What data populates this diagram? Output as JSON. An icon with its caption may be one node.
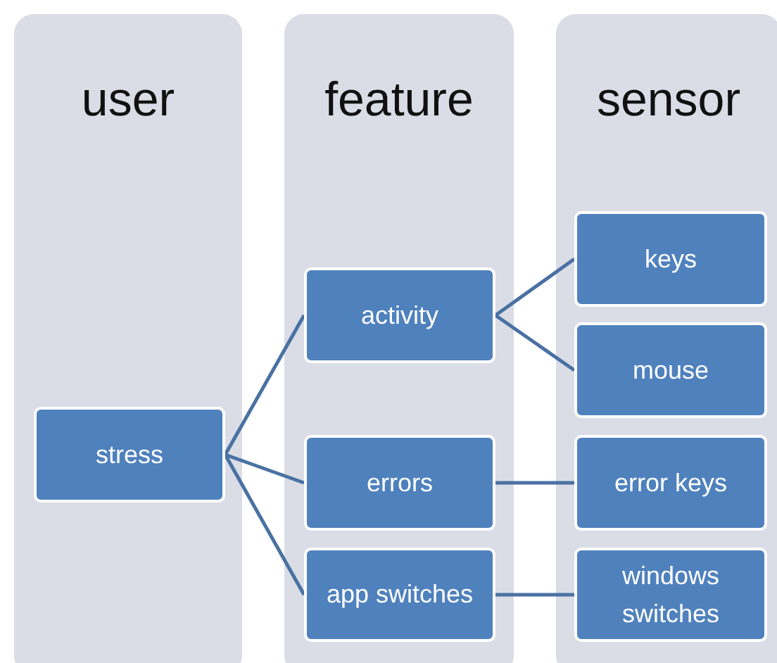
{
  "diagram": {
    "nodes": [
      {
        "text": [
          "user"
        ]
      },
      {
        "text": [
          "feature"
        ]
      },
      {
        "text": [
          "sensor"
        ]
      },
      {
        "text": [
          "stress"
        ],
        "in": 0
      },
      {
        "text": [
          "activity"
        ],
        "in": 1
      },
      {
        "text": [
          "errors"
        ],
        "in": 1
      },
      {
        "text": [
          "app switches"
        ],
        "in": 1
      },
      {
        "text": [
          "keys"
        ],
        "in": 2
      },
      {
        "text": [
          "mouse"
        ],
        "in": 2
      },
      {
        "text": [
          "error keys"
        ],
        "in": 2
      },
      {
        "text": [
          "windows switches"
        ],
        "in": 2
      }
    ],
    "edges": [
      {
        "from": 3,
        "to": 4,
        "arrow": "none"
      },
      {
        "from": 3,
        "to": 5,
        "arrow": "none"
      },
      {
        "from": 3,
        "to": 6,
        "arrow": "none"
      },
      {
        "from": 4,
        "to": 7,
        "arrow": "none"
      },
      {
        "from": 4,
        "to": 8,
        "arrow": "none"
      },
      {
        "from": 5,
        "to": 9,
        "arrow": "none"
      },
      {
        "from": 6,
        "to": 10,
        "arrow": "none"
      }
    ]
  }
}
